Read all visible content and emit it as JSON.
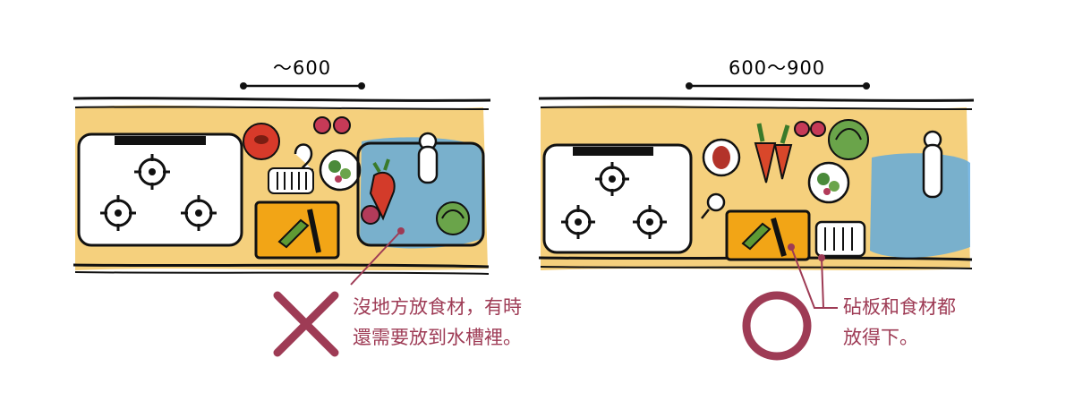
{
  "left_panel": {
    "dimension_label": "～600",
    "verdict": "cross",
    "note_lines": [
      "沒地方放食材，有時",
      "還需要放到水槽裡。"
    ]
  },
  "right_panel": {
    "dimension_label": "600～900",
    "verdict": "circle",
    "note_lines": [
      "砧板和食材都",
      "放得下。"
    ]
  },
  "colors": {
    "counter": "#f0c15a",
    "water": "#5aa8e0",
    "accent": "#9e3b55",
    "ink": "#111111",
    "cutting_board": "#f2a516"
  }
}
